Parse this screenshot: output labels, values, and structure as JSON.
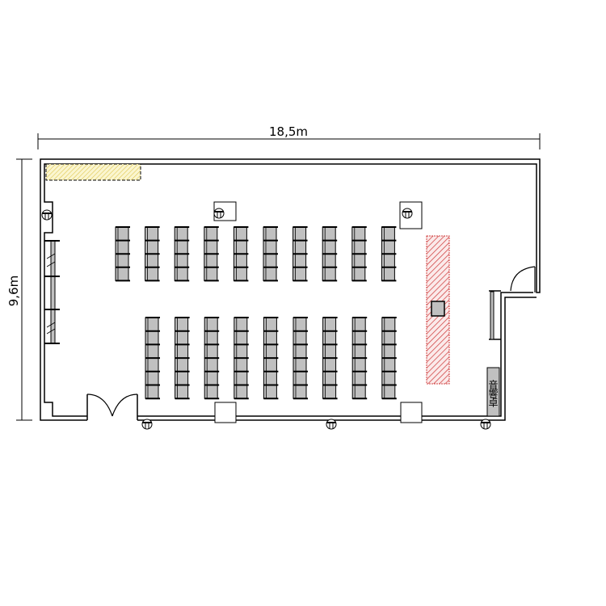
{
  "dimensions": {
    "width_label": "18,5m",
    "height_label": "9,6m"
  },
  "seating": {
    "front_block": {
      "columns": 10,
      "seats_per_column": 4
    },
    "rear_block": {
      "columns": 9,
      "seats_per_column": 6
    }
  },
  "equipment": {
    "sound_desk_label": "音響卓"
  },
  "colors": {
    "wall": "#000000",
    "seat": "#c0c0c0",
    "stage_hatch": "#d04040",
    "storage_hatch": "#e8d870"
  }
}
